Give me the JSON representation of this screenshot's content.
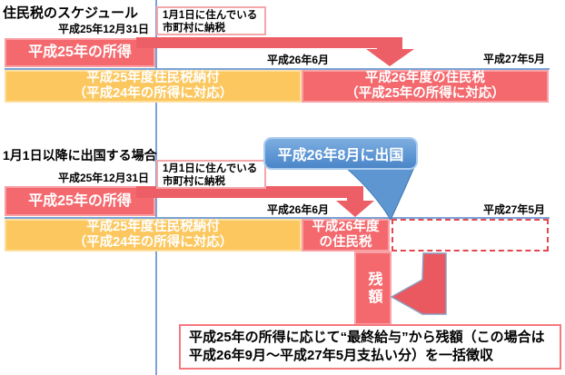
{
  "colors": {
    "bar_red": "#F4696E",
    "bar_red_border": "#F9A0A5",
    "bar_yellow": "#FBC75E",
    "bar_yellow_border": "#FDE0A0",
    "arrow_red": "#EC5F66",
    "elbow_arrow_outline": "#8C9EC0",
    "timeline_blue": "#7BA3D7",
    "callout_blue": "#5E97D4",
    "dashed_red": "#E4464D",
    "note_border_pink": "#F4A6AA"
  },
  "section1": {
    "title": "住民税のスケジュール",
    "date_dec31": "平成25年12月31日",
    "note_box": {
      "line1": "1月1日に住んでいる",
      "line2": "市町村に納税"
    },
    "income_bar": "平成25年の所得",
    "label_jun2014": "平成26年6月",
    "label_may2015": "平成27年5月",
    "payment_bar": {
      "line1": "平成25年度住民税納付",
      "line2": "（平成24年の所得に対応）"
    },
    "tax_bar": {
      "line1": "平成26年度の住民税",
      "line2": "（平成25年の所得に対応）"
    }
  },
  "section2": {
    "heading": "1月1日以降に出国する場合",
    "date_dec31": "平成25年12月31日",
    "note_box": {
      "line1": "1月1日に住んでいる",
      "line2": "市町村に納税"
    },
    "callout": "平成26年8月に出国",
    "income_bar": "平成25年の所得",
    "label_jun2014": "平成26年6月",
    "label_may2015": "平成27年5月",
    "payment_bar": {
      "line1": "平成25年度住民税納付",
      "line2": "（平成24年の所得に対応）"
    },
    "tax_bar": {
      "line1": "平成26年度",
      "line2": "の住民税"
    },
    "remainder_label": "残額",
    "bottom_note": {
      "line1": "平成25年の所得に応じて“最終給与”から残額（この場合は",
      "line2": "平成26年9月～平成27年5月支払い分）を一括徴収"
    }
  }
}
